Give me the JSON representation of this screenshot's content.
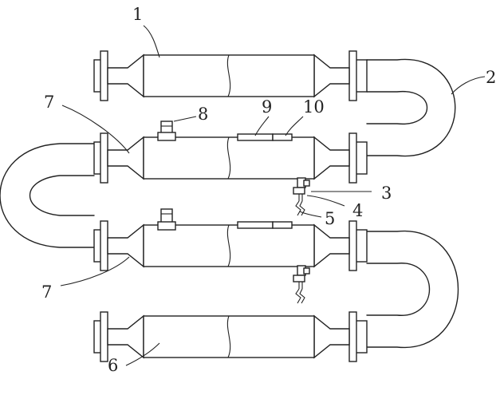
{
  "labels": {
    "l1": "1",
    "l2": "2",
    "l3": "3",
    "l4": "4",
    "l5": "5",
    "l6": "6",
    "l7a": "7",
    "l7b": "7",
    "l8": "8",
    "l9": "9",
    "l10": "10"
  },
  "colors": {
    "stroke": "#222222",
    "background": "#ffffff"
  }
}
